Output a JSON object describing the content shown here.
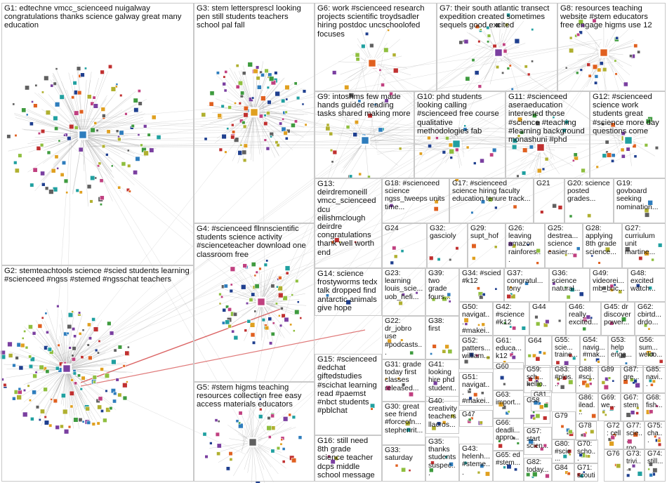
{
  "groups": [
    {
      "id": "G1",
      "label": "G1: edtechne vmcc_scienceed nuigalway congratulations thanks science galway great many education"
    },
    {
      "id": "G2",
      "label": "G2: stemteachtools science #scied students learning #scienceed #ngss #stemed #ngsschat teachers"
    },
    {
      "id": "G3",
      "label": "G3: stem lettersprescl looking pen still students teachers school pal fall"
    },
    {
      "id": "G4",
      "label": "G4: #scienceed fllnnscientific students science activity #scienceteacher download one classroom free"
    },
    {
      "id": "G5",
      "label": "G5: #stem higms teaching resources collection free easy access materials educators"
    },
    {
      "id": "G6",
      "label": "G6: work #scienceed research projects scientific troydsadler hiring postdoc uncschoolofed focuses"
    },
    {
      "id": "G7",
      "label": "G7: their south atlantic transect expedition created sometimes sequels good excited"
    },
    {
      "id": "G8",
      "label": "G8: resources teaching website #stem educators free engage higms use 12"
    },
    {
      "id": "G9",
      "label": "G9: intoshms few made hands guided reading tasks shared making more"
    },
    {
      "id": "G10",
      "label": "G10: phd students looking calling #scienceed free course qualitative methodologies fab"
    },
    {
      "id": "G11",
      "label": "G11: #scienceed aseraeducation interested those #science #teaching #learning background monashuni #phd"
    },
    {
      "id": "G12",
      "label": "G12: #scienceed science work students great #science more day questions come"
    },
    {
      "id": "G13",
      "label": "G13: deirdremoneill vmcc_scienceed dcu eilishmclough deirdre congratulations thank well worth end"
    },
    {
      "id": "G18",
      "label": "G18: #scienceed science ngss_tweeps units time..."
    },
    {
      "id": "G17",
      "label": "G17: #scienceed science hiring faculty education tenure track..."
    },
    {
      "id": "G21",
      "label": "G21"
    },
    {
      "id": "G20",
      "label": "G20: science posted grades..."
    },
    {
      "id": "G19",
      "label": "G19: govboard seeking nomination..."
    },
    {
      "id": "G24",
      "label": "G24"
    },
    {
      "id": "G32",
      "label": "G32: gascioly"
    },
    {
      "id": "G29",
      "label": "G29: supt_hof"
    },
    {
      "id": "G26",
      "label": "G26: leaving amazon rainfores..."
    },
    {
      "id": "G25",
      "label": "G25: destrea... science easier..."
    },
    {
      "id": "G28",
      "label": "G28: applying 8th grade science..."
    },
    {
      "id": "G27",
      "label": "G27: curriulum unit martine..."
    },
    {
      "id": "G14",
      "label": "G14: science frostyworms tedx talk dropped find antarctic animals give hope"
    },
    {
      "id": "G23",
      "label": "G23: learning louis_scie... uob_hefi..."
    },
    {
      "id": "G39",
      "label": "G39: two grade fours..."
    },
    {
      "id": "G34",
      "label": "G34: #scied #k12"
    },
    {
      "id": "G37",
      "label": "G37: congratul... tony"
    },
    {
      "id": "G36",
      "label": "G36: science natural..."
    },
    {
      "id": "G49",
      "label": "G49: videorei... mb_buc..."
    },
    {
      "id": "G48",
      "label": "G48: excited watch..."
    },
    {
      "id": "G22",
      "label": "G22: dr_jobro use #podcasts..."
    },
    {
      "id": "G38",
      "label": "G38: first"
    },
    {
      "id": "G50",
      "label": "G50: navigat... #makei..."
    },
    {
      "id": "G42",
      "label": "G42: #science #k12"
    },
    {
      "id": "G44",
      "label": "G44"
    },
    {
      "id": "G46",
      "label": "G46: really excited..."
    },
    {
      "id": "G45",
      "label": "G45: dr discover power..."
    },
    {
      "id": "G62",
      "label": "G62: cbirtd... drdo..."
    },
    {
      "id": "G52",
      "label": "G52: patters... william..."
    },
    {
      "id": "G61",
      "label": "G61: educa... k12"
    },
    {
      "id": "G64",
      "label": "G64"
    },
    {
      "id": "G55",
      "label": "G55: scie... traine..."
    },
    {
      "id": "G54",
      "label": "G54: navig... #mak..."
    },
    {
      "id": "G53",
      "label": "G53: help enga..."
    },
    {
      "id": "G56",
      "label": "G56: sum... welco..."
    },
    {
      "id": "G15",
      "label": "G15: #scienceed #edchat giftedstudies #scichat learning read #paemst #nbct students #pblchat"
    },
    {
      "id": "G31",
      "label": "G31: grade today first classes released..."
    },
    {
      "id": "G41",
      "label": "G41: looking hire phd student..."
    },
    {
      "id": "G60",
      "label": "G60"
    },
    {
      "id": "G59",
      "label": "G59: sch... helllo..."
    },
    {
      "id": "G83",
      "label": "G83: #plos..."
    },
    {
      "id": "G88",
      "label": "G88: #sci..."
    },
    {
      "id": "G89",
      "label": "G89"
    },
    {
      "id": "G87",
      "label": "G87: gre..."
    },
    {
      "id": "G85",
      "label": "G85: navi..."
    },
    {
      "id": "G51",
      "label": "G51: navigat... #makei..."
    },
    {
      "id": "G63",
      "label": "G63: import..."
    },
    {
      "id": "G81",
      "label": "G81"
    },
    {
      "id": "G86",
      "label": "G86: ilead..."
    },
    {
      "id": "G69",
      "label": "G69: we..."
    },
    {
      "id": "G67",
      "label": "G67: stem"
    },
    {
      "id": "G68",
      "label": "G68: fish..."
    },
    {
      "id": "G30",
      "label": "G30: great see friend #forceofn... stephenrit..."
    },
    {
      "id": "G40",
      "label": "G40: creativity teachers llacros..."
    },
    {
      "id": "G58",
      "label": "G58"
    },
    {
      "id": "G78",
      "label": "G78"
    },
    {
      "id": "G79",
      "label": "G79"
    },
    {
      "id": "G72",
      "label": "G72: cell"
    },
    {
      "id": "G77",
      "label": "G77: scie... roo..."
    },
    {
      "id": "G75",
      "label": "G75: cha..."
    },
    {
      "id": "G47",
      "label": "G47"
    },
    {
      "id": "G66",
      "label": "G66: deadli... appro..."
    },
    {
      "id": "G57",
      "label": "G57: start scien..."
    },
    {
      "id": "G80",
      "label": "G80: #scie..."
    },
    {
      "id": "G70",
      "label": "G70: scho..."
    },
    {
      "id": "G16",
      "label": "G16: still need 8th grade science teacher dcps middle school message"
    },
    {
      "id": "G33",
      "label": "G33: saturday"
    },
    {
      "id": "G35",
      "label": "G35: thanks students suspec..."
    },
    {
      "id": "G43",
      "label": "G43: helenh... #steme..."
    },
    {
      "id": "G65",
      "label": "G65: ed #stem..."
    },
    {
      "id": "G82",
      "label": "G82: today..."
    },
    {
      "id": "G84",
      "label": "G84"
    },
    {
      "id": "G71",
      "label": "G71: scouti..."
    },
    {
      "id": "G76",
      "label": "G76"
    },
    {
      "id": "G73",
      "label": "G73: trivi..."
    },
    {
      "id": "G74",
      "label": "G74: still..."
    }
  ],
  "palette": {
    "edge": "#9a9a9a",
    "edge_strong": "#cc2222",
    "node_colors": [
      "#1f3f8f",
      "#2e7dbd",
      "#3f9b3f",
      "#8fbf3f",
      "#c04080",
      "#7a3fa0",
      "#e0a020",
      "#c03030",
      "#20a0a0",
      "#e06020",
      "#606060",
      "#b0b030"
    ]
  }
}
